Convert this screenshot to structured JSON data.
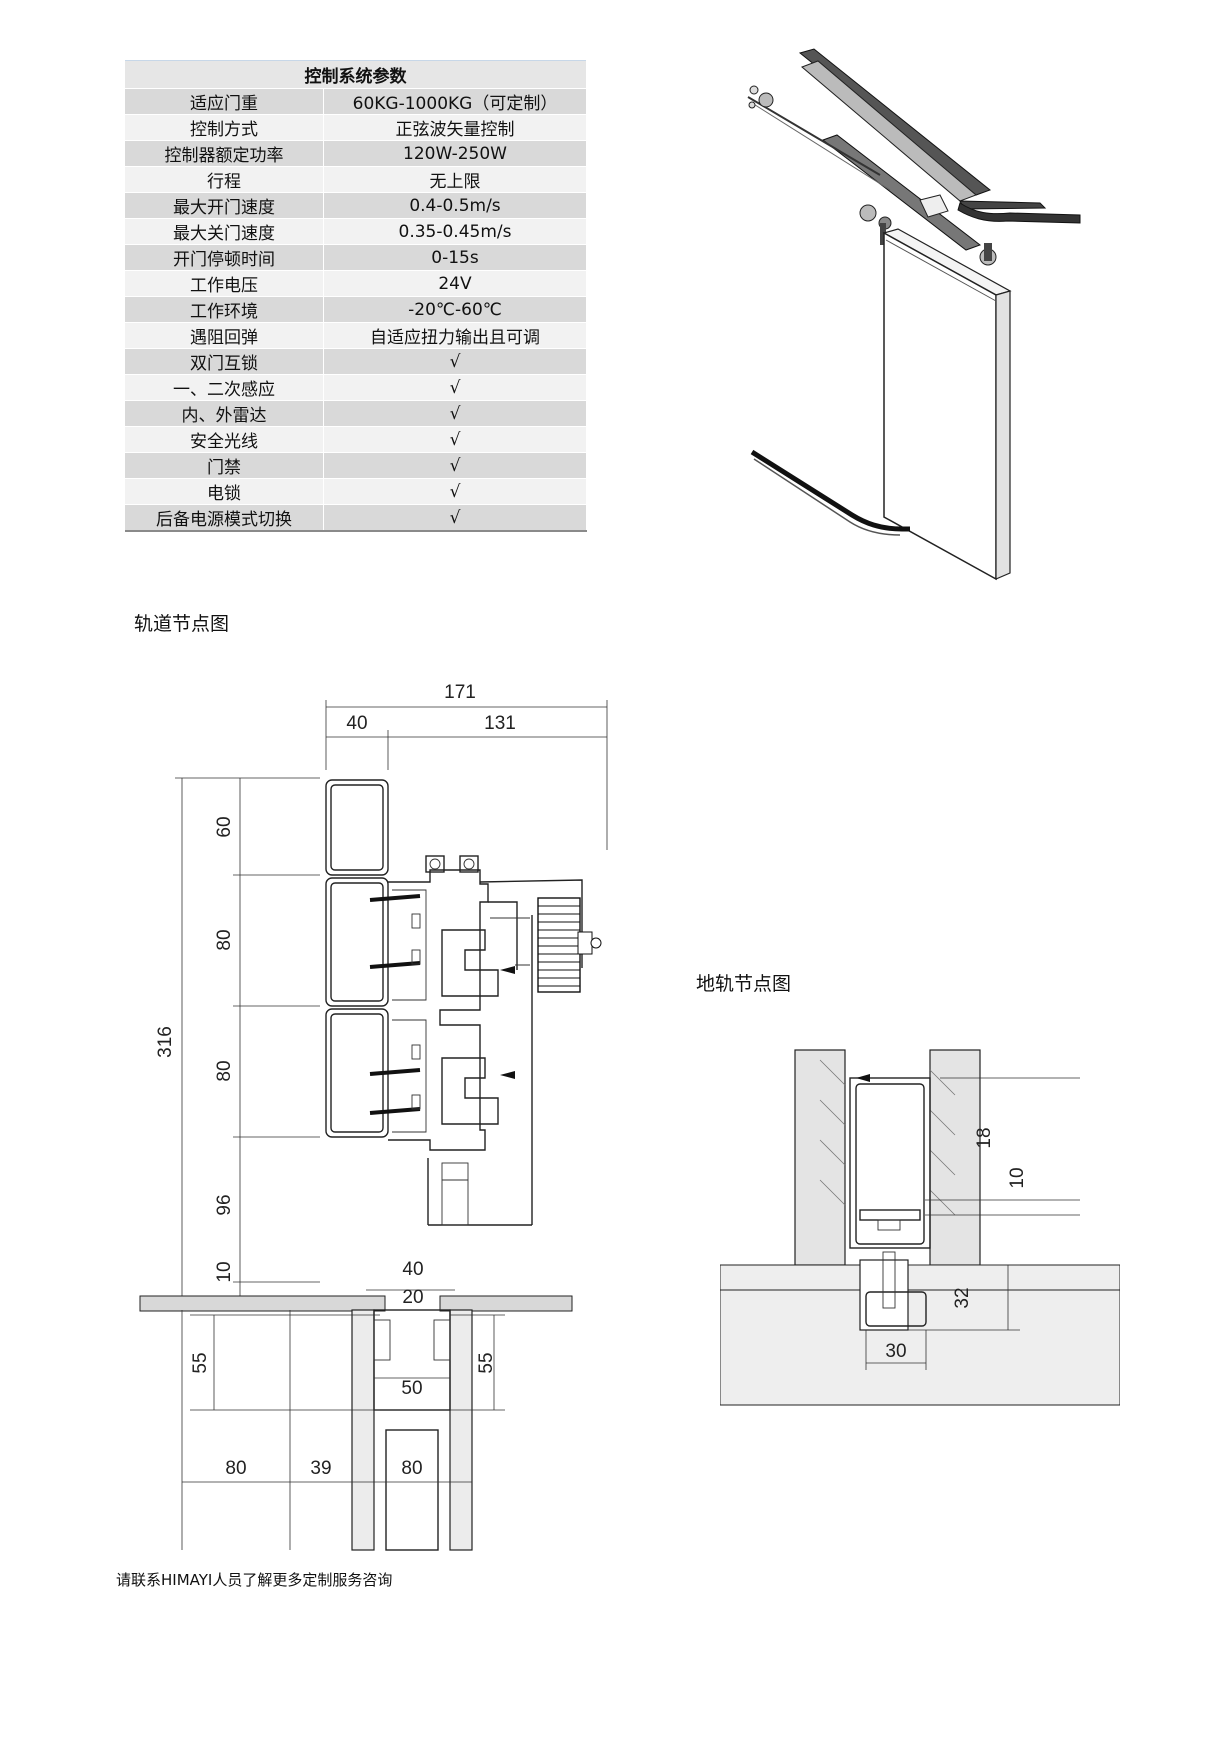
{
  "spec_table": {
    "title": "控制系统参数",
    "rows": [
      {
        "label": "适应门重",
        "value": "60KG-1000KG（可定制）"
      },
      {
        "label": "控制方式",
        "value": "正弦波矢量控制"
      },
      {
        "label": "控制器额定功率",
        "value": "120W-250W"
      },
      {
        "label": "行程",
        "value": "无上限"
      },
      {
        "label": "最大开门速度",
        "value": "0.4-0.5m/s"
      },
      {
        "label": "最大关门速度",
        "value": "0.35-0.45m/s"
      },
      {
        "label": "开门停顿时间",
        "value": "0-15s"
      },
      {
        "label": "工作电压",
        "value": "24V"
      },
      {
        "label": "工作环境",
        "value": "-20℃-60℃"
      },
      {
        "label": "遇阻回弹",
        "value": "自适应扭力输出且可调"
      },
      {
        "label": "双门互锁",
        "value": "√"
      },
      {
        "label": "一、二次感应",
        "value": "√"
      },
      {
        "label": "内、外雷达",
        "value": "√"
      },
      {
        "label": "安全光线",
        "value": "√"
      },
      {
        "label": "门禁",
        "value": "√"
      },
      {
        "label": "电锁",
        "value": "√"
      },
      {
        "label": "后备电源模式切换",
        "value": "√"
      }
    ]
  },
  "track_node": {
    "heading": "轨道节点图",
    "dims": {
      "overall_width": "171",
      "left_width": "40",
      "right_width": "131",
      "height_total": "316",
      "h1": "60",
      "h2": "80",
      "h3": "80",
      "h4": "96",
      "h5": "10",
      "gap_top": "40",
      "gap_inner": "20",
      "pit_left": "55",
      "pit_right": "55",
      "pit_width": "50",
      "bottom_left": "80",
      "bottom_mid": "39",
      "bottom_right": "80"
    }
  },
  "floor_track_node": {
    "heading": "地轨节点图",
    "dims": {
      "d1": "18",
      "d2": "10",
      "d3": "32",
      "d4": "30"
    }
  },
  "footer": {
    "text": "请联系HIMAYI人员了解更多定制服务咨询"
  }
}
